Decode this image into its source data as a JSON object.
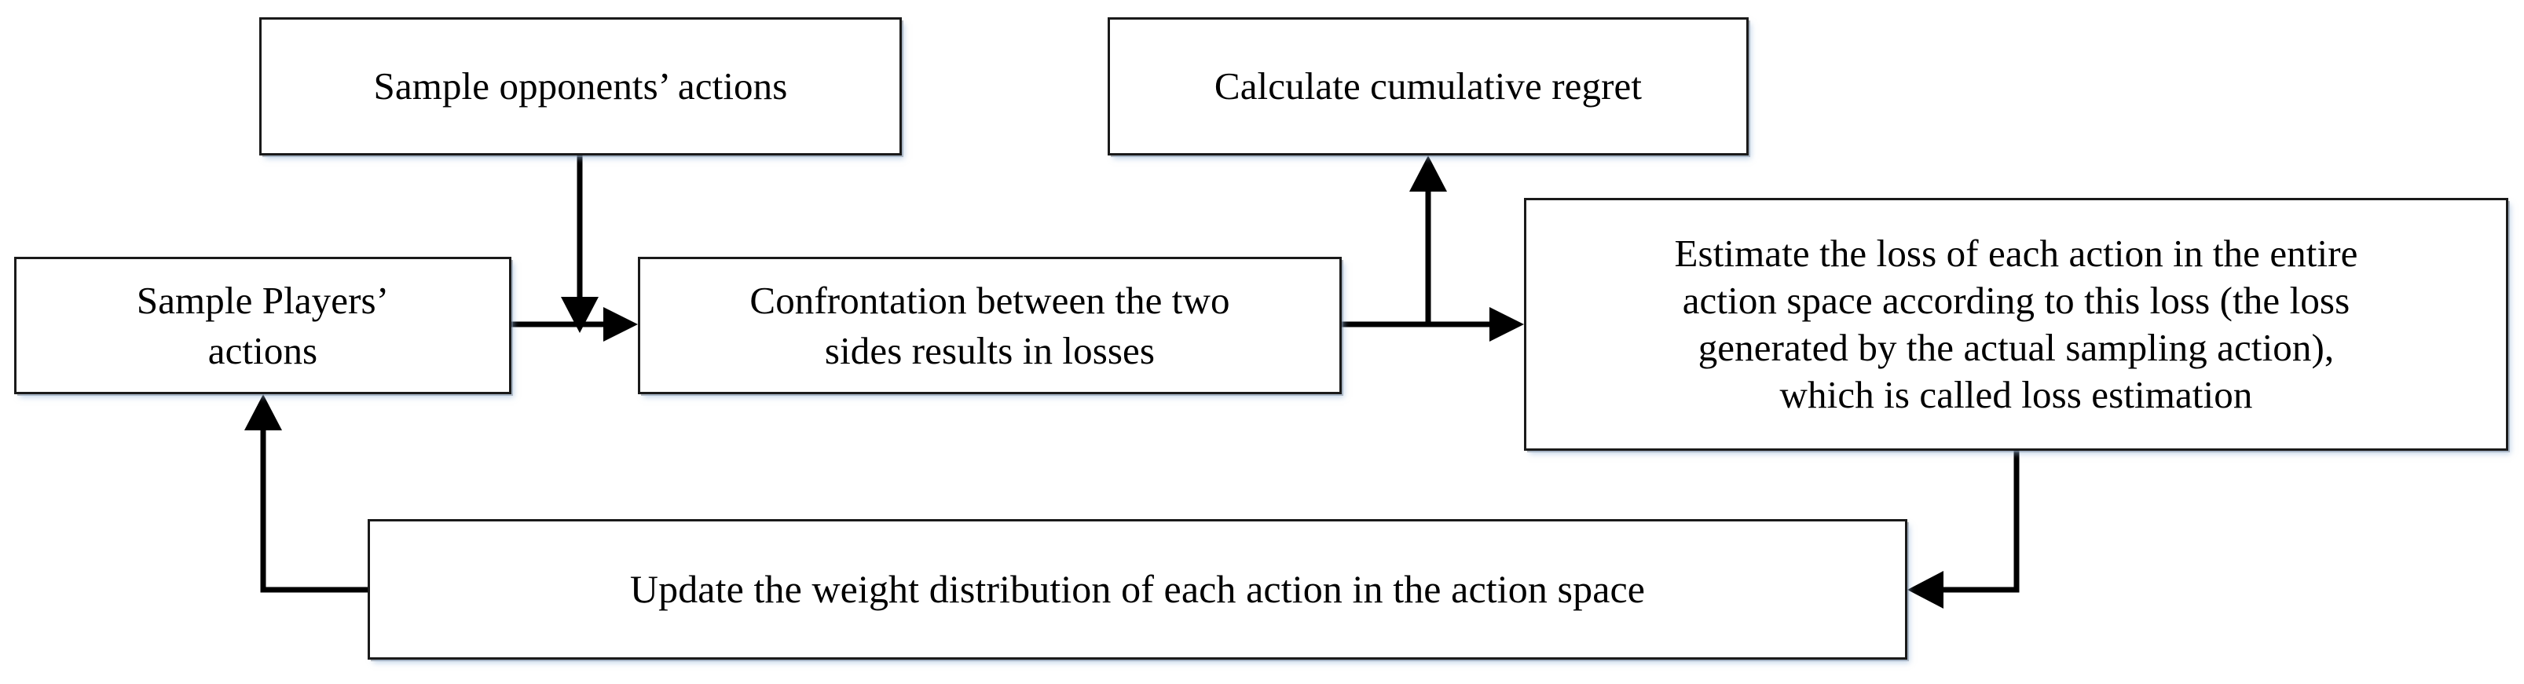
{
  "diagram": {
    "title": "Sampling-based regret minimization loop",
    "type": "flowchart",
    "background_color": "#ffffff",
    "box_border_color": "#1a1a1a",
    "box_fill_color": "#ffffff",
    "box_shadow_color": "#96b4d7",
    "connector_color": "#000000"
  },
  "nodes": {
    "sample_opponents": {
      "label": "Sample opponents’    actions",
      "lines": [
        "Sample opponents’    actions"
      ]
    },
    "calculate_regret": {
      "label": "Calculate cumulative regret",
      "lines": [
        "Calculate cumulative regret"
      ]
    },
    "sample_players": {
      "label": "Sample Players’\nactions",
      "lines": [
        "Sample Players’",
        "actions"
      ]
    },
    "confrontation": {
      "label": "Confrontation between the two\nsides results in losses",
      "lines": [
        "Confrontation between the two",
        "sides results in losses"
      ]
    },
    "estimate_loss": {
      "label": "Estimate the loss of each action in the entire\naction space according to this loss (the loss\ngenerated by the actual sampling action),\nwhich is called loss estimation",
      "lines": [
        "Estimate the loss of each action in the entire",
        "action space according to this loss (the loss",
        "generated by the actual sampling action),",
        "which is called loss estimation"
      ]
    },
    "update_weights": {
      "label": "Update the weight distribution of each action in the action space",
      "lines": [
        "Update the weight distribution of each action in the action space"
      ]
    }
  },
  "edges": [
    {
      "id": "opponents-to-confrontation",
      "from": "sample_opponents",
      "to": "confrontation",
      "style": "elbow-down",
      "arrow": "down"
    },
    {
      "id": "players-to-confrontation",
      "from": "sample_players",
      "to": "confrontation",
      "style": "straight-right",
      "arrow": "right"
    },
    {
      "id": "confrontation-to-estimate",
      "from": "confrontation",
      "to": "estimate_loss",
      "style": "straight-right",
      "arrow": "right"
    },
    {
      "id": "confrontation-to-regret",
      "from": "confrontation",
      "to": "calculate_regret",
      "style": "branch-up",
      "arrow": "up"
    },
    {
      "id": "estimate-to-update",
      "from": "estimate_loss",
      "to": "update_weights",
      "style": "elbow-down-left",
      "arrow": "left"
    },
    {
      "id": "update-to-players",
      "from": "update_weights",
      "to": "sample_players",
      "style": "elbow-left-up",
      "arrow": "up"
    }
  ]
}
